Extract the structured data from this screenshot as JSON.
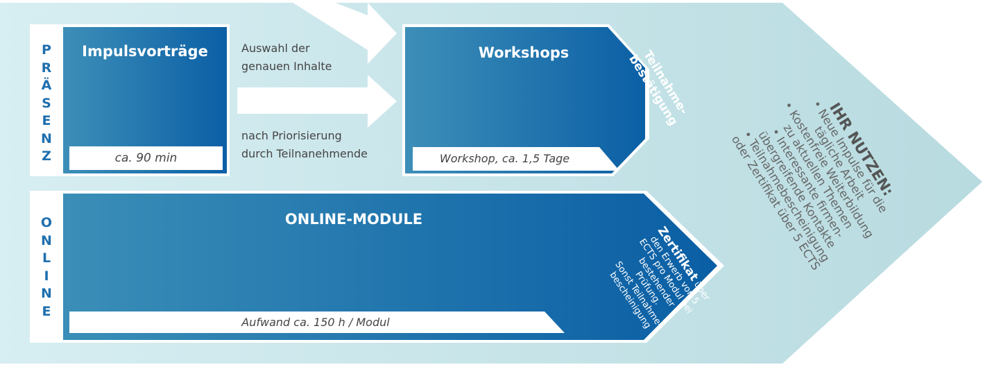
{
  "rows": {
    "presence_label": "PRÄSENZ",
    "online_label": "ONLINE"
  },
  "impulse": {
    "title": "Impulsvorträge",
    "duration": "ca. 90 min"
  },
  "flow": {
    "caption_top": [
      "Auswahl der",
      "genauen Inhalte"
    ],
    "caption_bottom": [
      "nach Priorisierung",
      "durch Teilnanehmende"
    ]
  },
  "workshop": {
    "title": "Workshops",
    "duration": "Workshop, ca. 1,5 Tage",
    "badge": [
      "Teilnahme-",
      "bestätigung"
    ]
  },
  "online_modules": {
    "title": "ONLINE-MODULE",
    "effort": "Aufwand ca. 150 h / Modul",
    "cert_title": "Zertifikat",
    "cert_lines": [
      "über",
      "den Erwerb von 5",
      "ECTS pro Modul bei",
      "bestehender",
      "Prüfung.",
      "Sonst Teilnahme-",
      "bescheinigung"
    ]
  },
  "benefits": {
    "heading": "IHR NUTZEN:",
    "items": [
      "• Neue Impulse für die",
      "tägliche Arbeit",
      "• Kostenfreie Weiterbildung",
      "zu aktuellen Themen",
      "• Interessante firmen-",
      "übergreifende Kontakte",
      "• Teilnahmebescheinigung",
      "oder Zertifikat über 5 ECTS"
    ]
  },
  "colors": {
    "arrow_bg": "#cfe6ea",
    "box_blue_dark": "#0b5fa5",
    "box_blue_light": "#3a8db6",
    "label_blue": "#1f6fae",
    "text_gray": "#444444"
  }
}
